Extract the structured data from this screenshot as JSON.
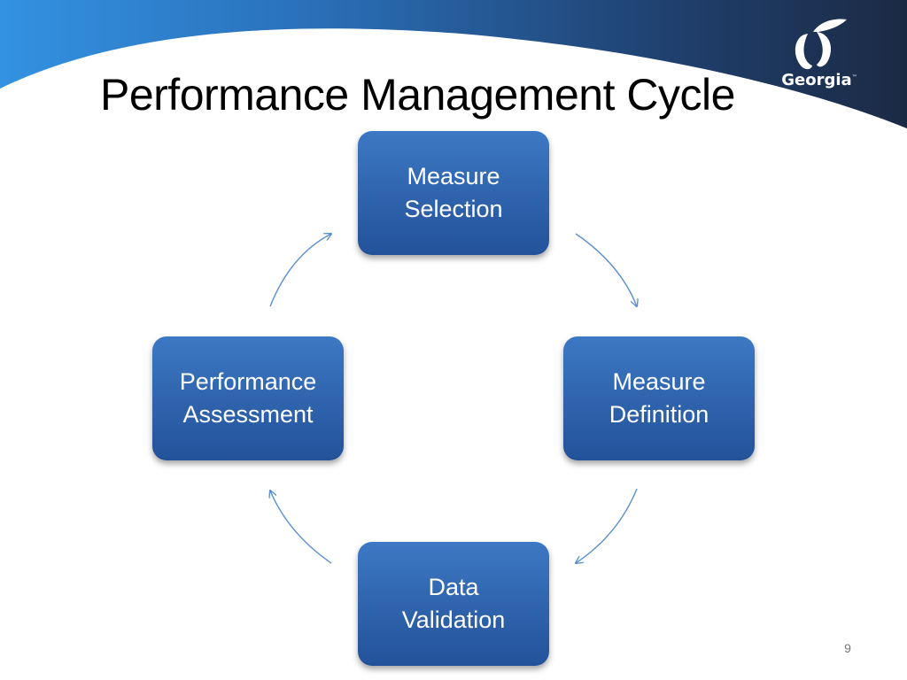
{
  "slide": {
    "title": "Performance Management Cycle",
    "page_number": "9"
  },
  "logo": {
    "text": "Georgia",
    "trademark": "™"
  },
  "cycle": {
    "nodes": [
      {
        "line1": "Measure",
        "line2": "Selection"
      },
      {
        "line1": "Measure",
        "line2": "Definition"
      },
      {
        "line1": "Data",
        "line2": "Validation"
      },
      {
        "line1": "Performance",
        "line2": "Assessment"
      }
    ]
  },
  "colors": {
    "banner_light": "#2f8fe0",
    "banner_dark": "#1b2a44",
    "node_fill": "#2f65ae",
    "arrow": "#5b8fcf"
  }
}
